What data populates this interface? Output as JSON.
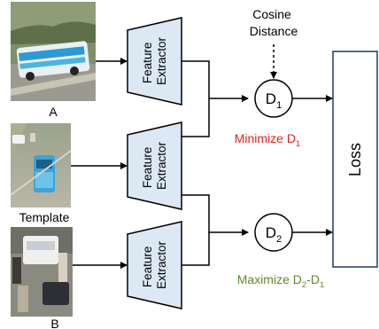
{
  "images": [
    {
      "label": "A",
      "picture": "blue-bus-side-view"
    },
    {
      "label": "Template",
      "picture": "blue-bus-on-highway-top-view"
    },
    {
      "label": "B",
      "picture": "white-truck-and-crowd"
    }
  ],
  "extractors": [
    {
      "line1": "Feature",
      "line2": "Extractor"
    },
    {
      "line1": "Feature",
      "line2": "Extractor"
    },
    {
      "line1": "Feature",
      "line2": "Extractor"
    }
  ],
  "distance": {
    "line1": "Cosine",
    "line2": "Distance"
  },
  "nodes": [
    {
      "base": "D",
      "sub": "1"
    },
    {
      "base": "D",
      "sub": "2"
    }
  ],
  "objectives": {
    "minimize": {
      "text": "Minimize D",
      "sub": "1",
      "color": "#e8201b"
    },
    "maximize": {
      "pre": "Maximize D",
      "sub1": "2",
      "mid": "-D",
      "sub2": "1",
      "color": "#5b8a2e"
    }
  },
  "loss": {
    "label": "Loss"
  },
  "colors": {
    "extractor_fill": "#dce9f5",
    "loss_border": "#1f3864",
    "line": "#000000"
  }
}
